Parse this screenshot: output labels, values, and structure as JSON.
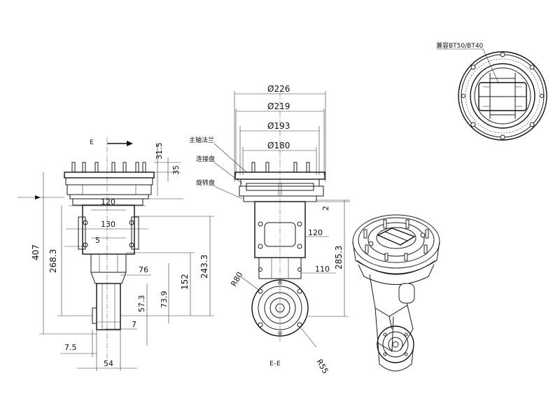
{
  "section_marker": {
    "cut_label": "E",
    "section_title": "E–E"
  },
  "front_view": {
    "dims": {
      "d31_5": "31.5",
      "d35": "35",
      "d120": "120",
      "d130": "130",
      "d5": "5",
      "d407": "407",
      "d268_3": "268.3",
      "d243_3": "243.3",
      "d152": "152",
      "d76": "76",
      "d73_9": "73.9",
      "d57_3": "57.3",
      "d7": "7",
      "d7_5": "7.5",
      "d54": "54"
    }
  },
  "section_view": {
    "diameters": {
      "d226": "Ø226",
      "d219": "Ø219",
      "d193": "Ø193",
      "d180": "Ø180"
    },
    "part_labels": {
      "spindle_flange": "主轴法兰",
      "connecting_plate": "连接盘",
      "rotating_plate": "旋转盘"
    },
    "dims": {
      "d2": "2",
      "d120": "120",
      "d110": "110",
      "d285_3": "285.3",
      "r80": "R80",
      "r55": "R55"
    }
  },
  "top_view": {
    "label": "兼容BT50/BT40"
  }
}
